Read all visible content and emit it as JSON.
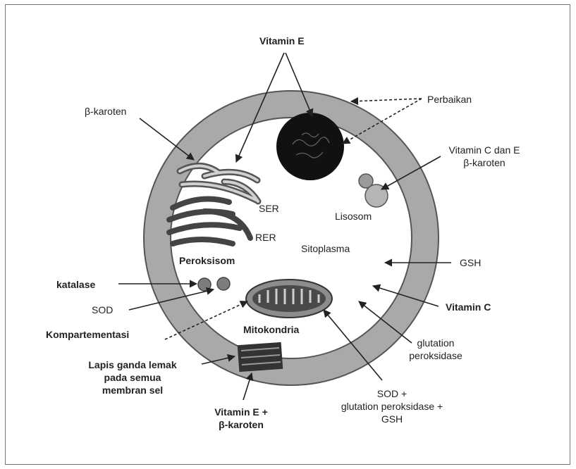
{
  "labels": {
    "vitamin_e_top": "Vitamin E",
    "perbaikan": "Perbaikan",
    "beta_karoten": "β-karoten",
    "vitamin_c_dan_e_line1": "Vitamin C dan E",
    "vitamin_c_dan_e_line2": "β-karoten",
    "ser": "SER",
    "rer": "RER",
    "lisosom": "Lisosom",
    "sitoplasma": "Sitoplasma",
    "peroksisom": "Peroksisom",
    "gsh": "GSH",
    "katalase": "katalase",
    "sod": "SOD",
    "vitamin_c": "Vitamin C",
    "kompartementasi": "Kompartementasi",
    "mitokondria": "Mitokondria",
    "glutation_peroksidase_line1": "glutation",
    "glutation_peroksidase_line2": "peroksidase",
    "lapis_line1": "Lapis ganda lemak",
    "lapis_line2": "pada semua",
    "lapis_line3": "membran sel",
    "vitamin_e_karoten_line1": "Vitamin E +",
    "vitamin_e_karoten_line2": "β-karoten",
    "sod_glutation_line1": "SOD +",
    "sod_glutation_line2": "glutation peroksidase +",
    "sod_glutation_line3": "GSH"
  },
  "colors": {
    "membrane": "#a9a9a9",
    "nucleus": "#111111",
    "organelle": "#8a8a8a",
    "line": "#222222"
  }
}
